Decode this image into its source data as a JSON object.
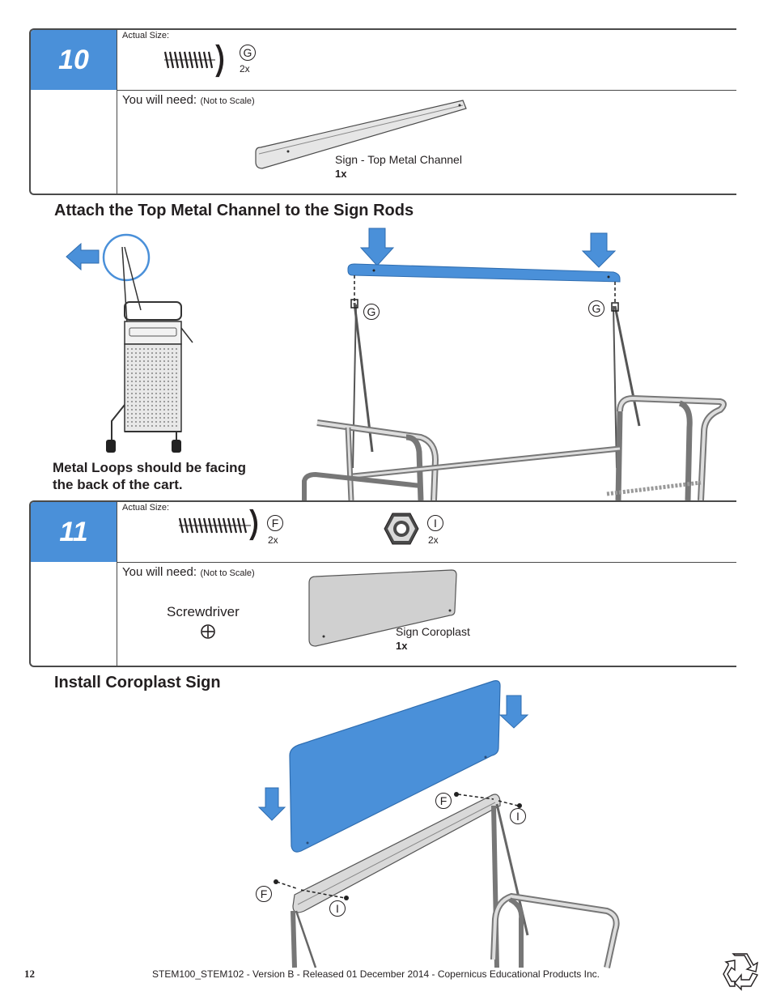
{
  "step10": {
    "number": "10",
    "actual_size": "Actual Size:",
    "part_letter": "G",
    "part_qty": "2x",
    "you_will_need": "You will need:",
    "not_to_scale": "(Not to Scale)",
    "item_name": "Sign - Top Metal Channel",
    "item_qty": "1x",
    "heading": "Attach the Top Metal Channel to the Sign Rods",
    "note_line1": "Metal Loops should be facing",
    "note_line2": "the back of the cart.",
    "callout_left": "G",
    "callout_right": "G"
  },
  "step11": {
    "number": "11",
    "actual_size": "Actual Size:",
    "part1_letter": "F",
    "part1_qty": "2x",
    "part2_letter": "I",
    "part2_qty": "2x",
    "you_will_need": "You will need:",
    "not_to_scale": "(Not to Scale)",
    "tool": "Screwdriver",
    "item_name": "Sign Coroplast",
    "item_qty": "1x",
    "heading": "Install Coroplast Sign",
    "callout_f_top": "F",
    "callout_i_top": "I",
    "callout_f_bottom": "F",
    "callout_i_bottom": "I"
  },
  "footer": {
    "page_number": "12",
    "text": "STEM100_STEM102 - Version B - Released 01 December 2014 - Copernicus Educational Products Inc."
  },
  "colors": {
    "accent": "#4a90d9",
    "line": "#4a4a4a"
  }
}
